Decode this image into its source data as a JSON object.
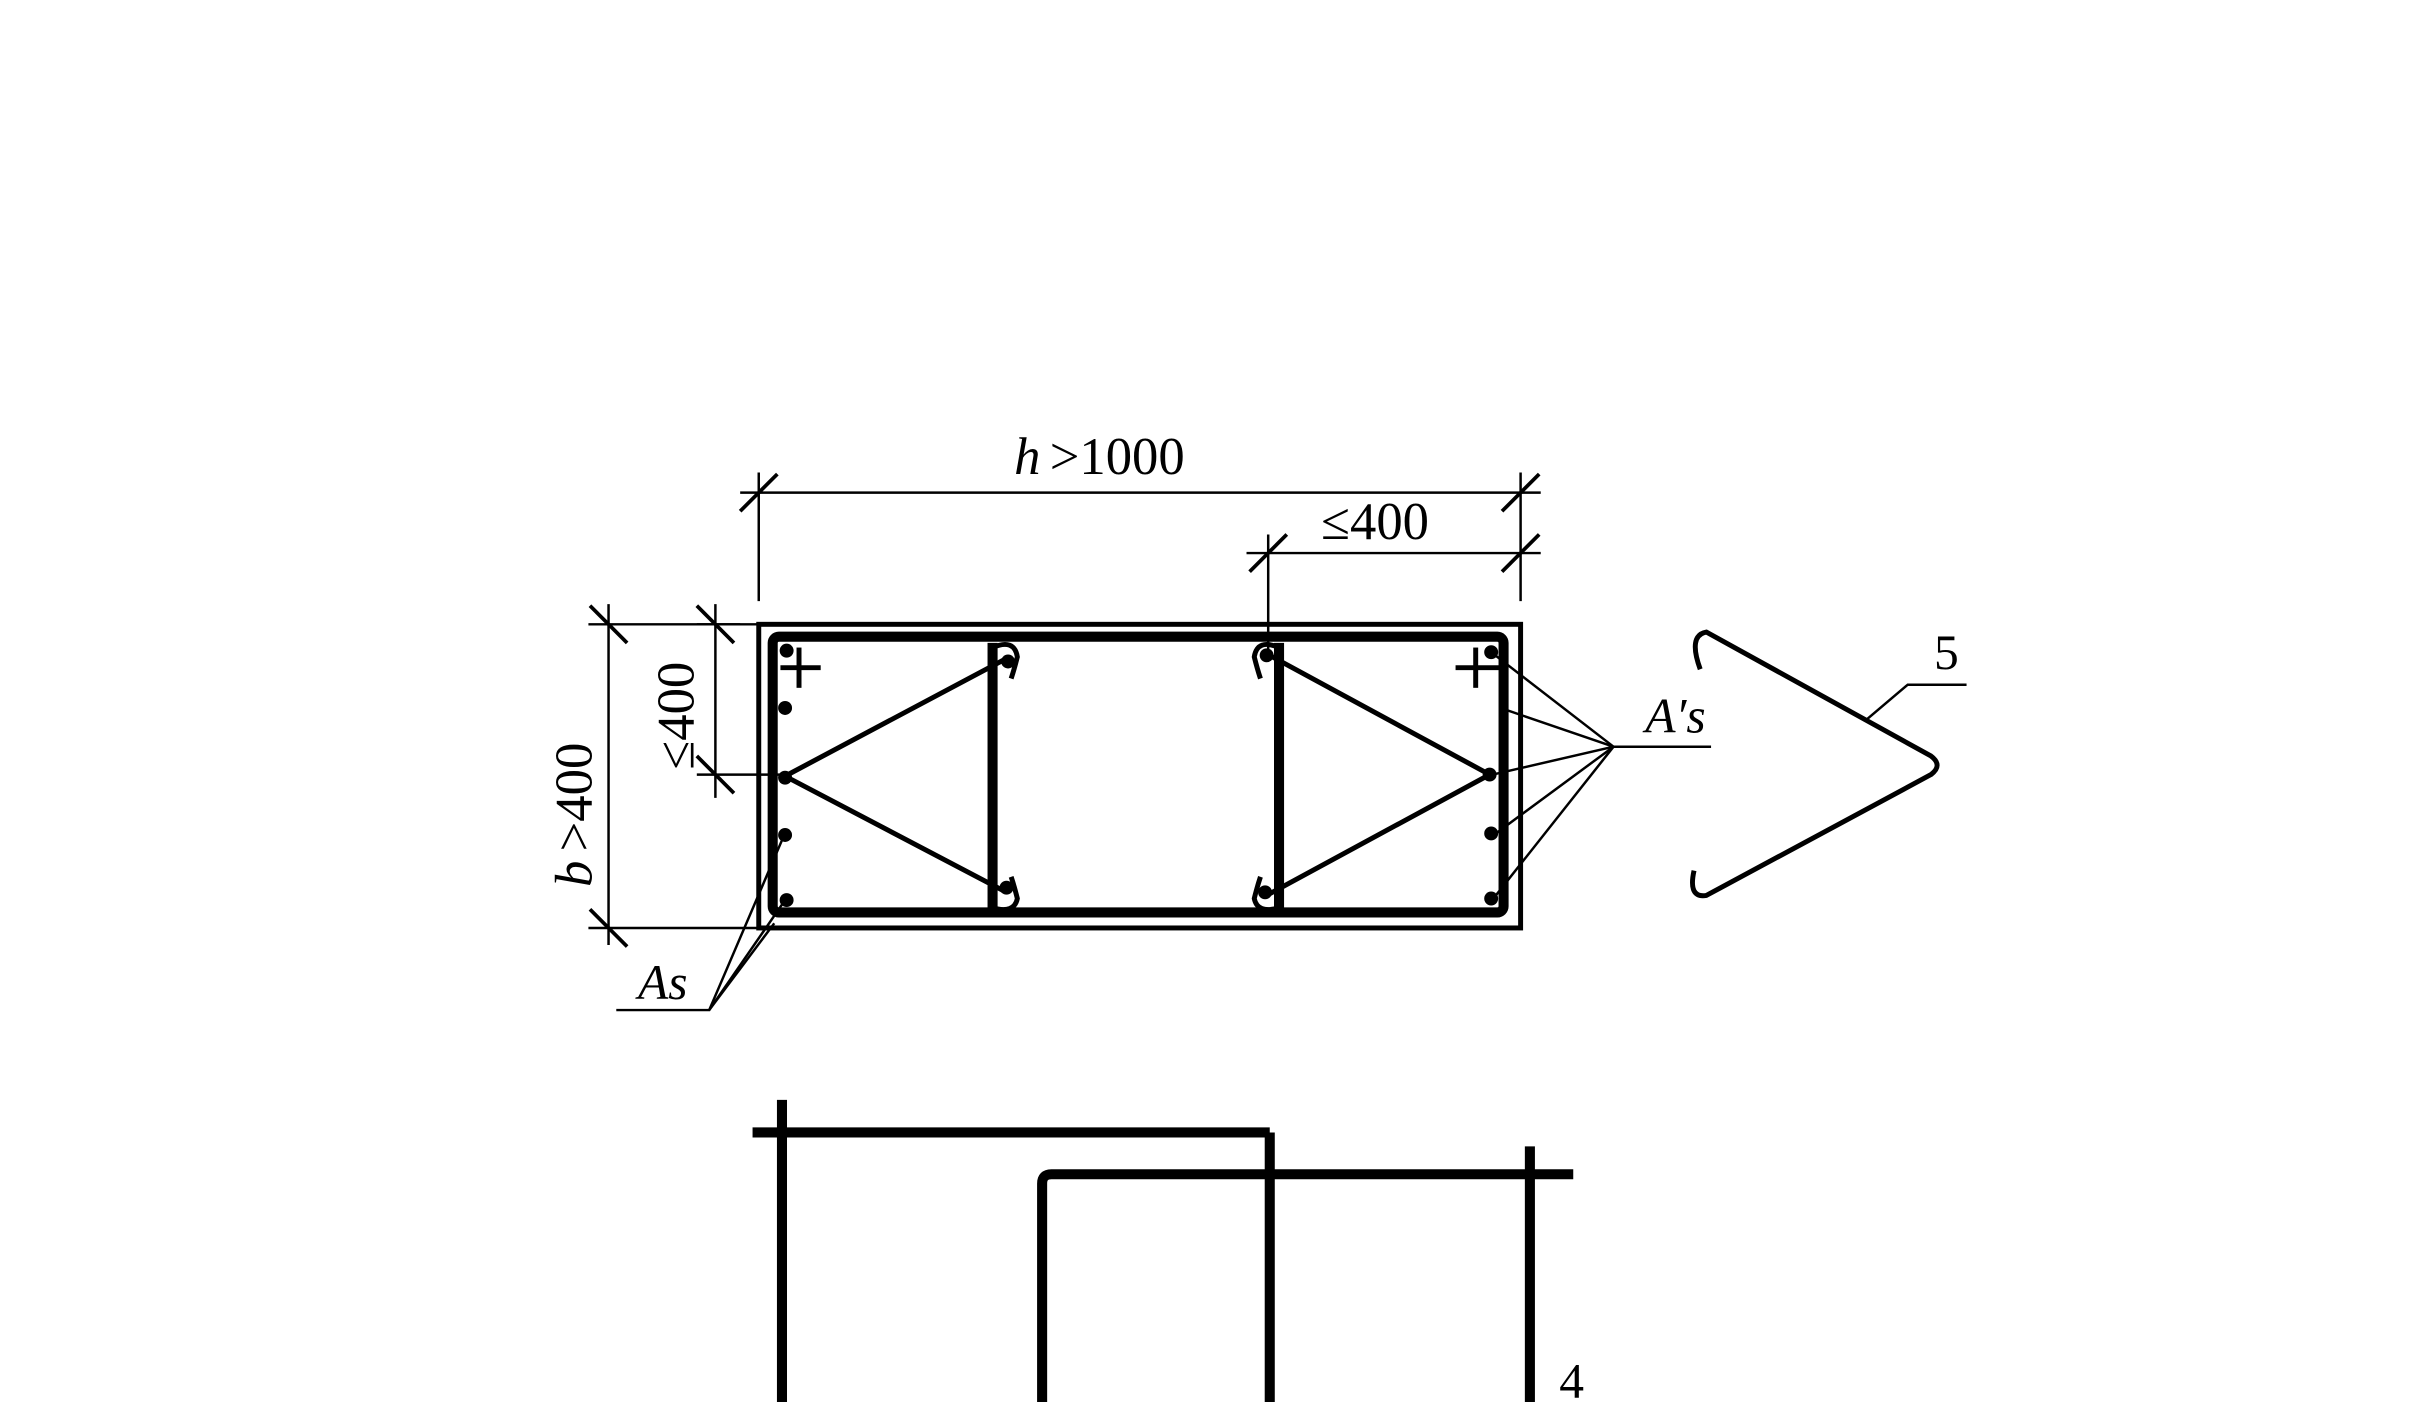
{
  "labels": {
    "h_variable": "h",
    "h_value": ">1000",
    "top_spacing": "≤400",
    "b_variable": "b",
    "b_value": ">400",
    "side_spacing": "≤400",
    "as_label": "As",
    "as_prime_label": "A′s",
    "mark_5": "5",
    "mark_4": "4"
  },
  "colors": {
    "line": "#000000",
    "background": "#ffffff"
  }
}
